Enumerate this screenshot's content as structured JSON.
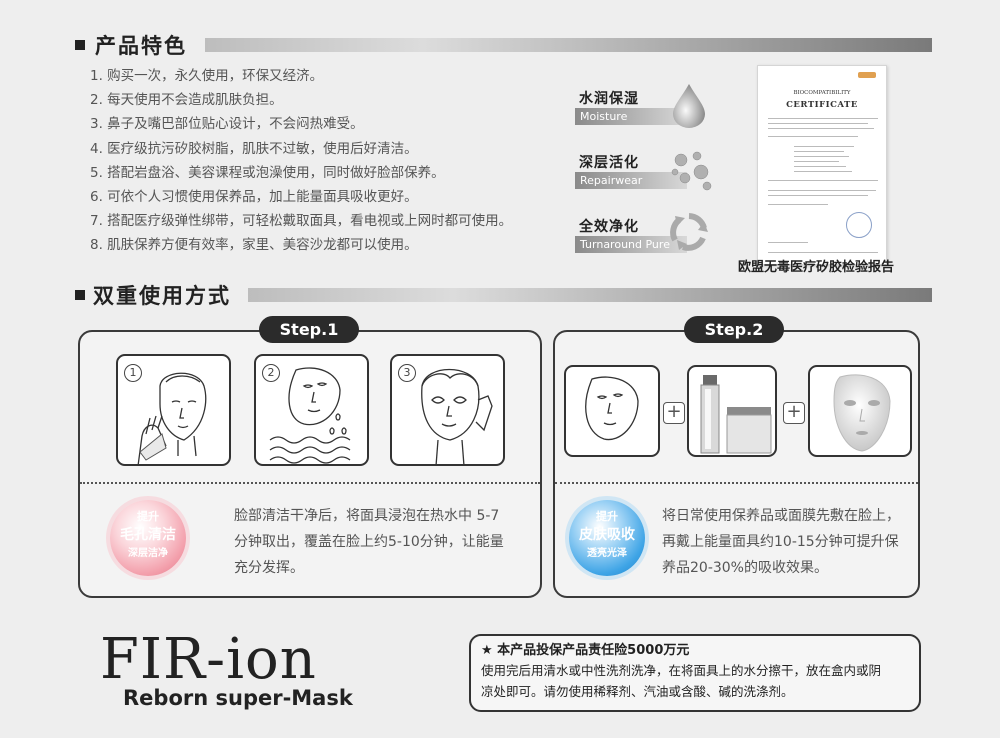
{
  "section1": {
    "title": "产品特色"
  },
  "features": [
    "1. 购买一次，永久使用，环保又经济。",
    "2. 每天使用不会造成肌肤负担。",
    "3. 鼻子及嘴巴部位贴心设计，不会闷热难受。",
    "4. 医疗级抗污矽胶树脂，肌肤不过敏，使用后好清洁。",
    "5. 搭配岩盘浴、美容课程或泡澡使用，同时做好脸部保养。",
    "6. 可依个人习惯使用保养品，加上能量面具吸收更好。",
    "7. 搭配医疗级弹性绑带，可轻松戴取面具，看电视或上网时都可使用。",
    "8. 肌肤保养方便有效率，家里、美容沙龙都可以使用。"
  ],
  "badges": [
    {
      "zh": "水润保湿",
      "en": "Moisture",
      "icon": "water-drop-icon"
    },
    {
      "zh": "深层活化",
      "en": "Repairwear",
      "icon": "molecule-icon"
    },
    {
      "zh": "全效净化",
      "en": "Turnaround Pure",
      "icon": "recycle-icon"
    }
  ],
  "certificate": {
    "line1": "BIOCOMPATIBILITY",
    "line2": "CERTIFICATE",
    "caption": "欧盟无毒医疗矽胶检验报告"
  },
  "section2": {
    "title": "双重使用方式"
  },
  "step1": {
    "label": "Step.1",
    "steps": [
      "1",
      "2",
      "3"
    ],
    "disc": [
      "提升",
      "毛孔清洁",
      "深层洁净"
    ],
    "disc_color": "#e85a6a",
    "desc": [
      "脸部清洁干净后，将面具浸泡在热水中 5-7",
      "分钟取出，覆盖在脸上约5-10分钟，让能量",
      "充分发挥。"
    ]
  },
  "step2": {
    "label": "Step.2",
    "disc": [
      "提升",
      "皮肤吸收",
      "透亮光泽"
    ],
    "disc_color": "#2a90d8",
    "desc": [
      "将日常使用保养品或面膜先敷在脸上，",
      "再戴上能量面具约10-15分钟可提升保",
      "养品20-30%的吸收效果。"
    ]
  },
  "brand": {
    "name": "FIR-ion",
    "sub": "Reborn super-Mask"
  },
  "note": {
    "title": "★ 本产品投保产品责任险5000万元",
    "body": [
      "使用完后用清水或中性洗剂洗净，在将面具上的水分擦干，放在盒内或阴",
      "凉处即可。请勿使用稀释剂、汽油或含酸、碱的洗涤剂。"
    ]
  }
}
